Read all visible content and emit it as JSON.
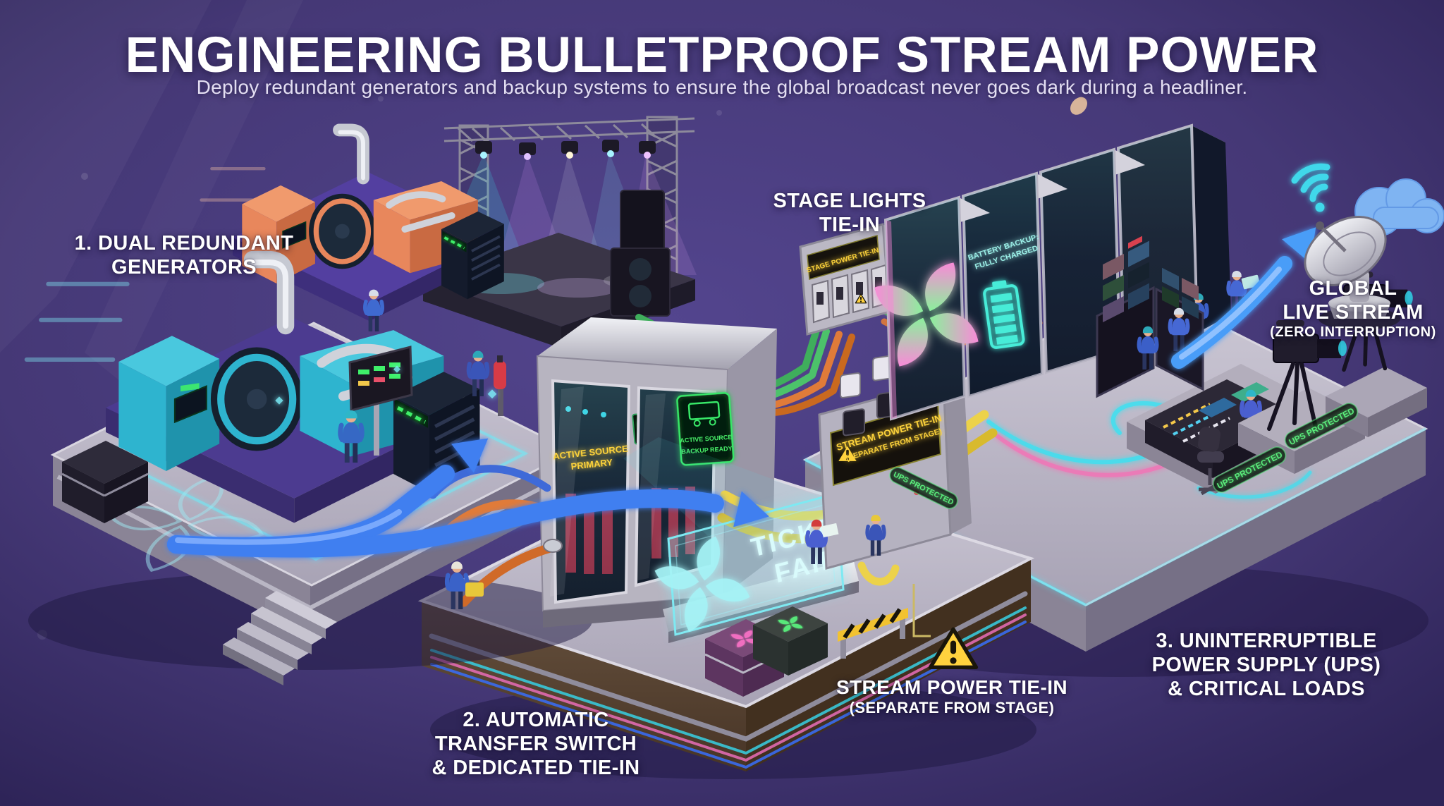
{
  "header": {
    "title": "ENGINEERING BULLETPROOF STREAM POWER",
    "subtitle": "Deploy redundant generators and backup systems to ensure the global broadcast never goes dark during a headliner."
  },
  "callouts": {
    "generators": {
      "line1": "1. DUAL REDUNDANT",
      "line2": "GENERATORS"
    },
    "stage_lights": {
      "line1": "STAGE LIGHTS",
      "line2": "TIE-IN"
    },
    "transfer_switch": {
      "line1": "2. AUTOMATIC",
      "line2": "TRANSFER SWITCH",
      "line3": "& DEDICATED TIE-IN"
    },
    "stream_tiein": {
      "line1": "STREAM POWER TIE-IN",
      "line2": "(SEPARATE FROM STAGE)"
    },
    "ups": {
      "line1": "3. UNINTERRUPTIBLE",
      "line2": "POWER SUPPLY (UPS)",
      "line3": "& CRITICAL LOADS"
    },
    "global_stream": {
      "line1": "GLOBAL",
      "line2": "LIVE STREAM",
      "line3": "(ZERO INTERRUPTION)"
    }
  },
  "scene": {
    "sign": {
      "line1": "TICKET",
      "line2": "FAIRY"
    },
    "ats": {
      "primary_screen": {
        "line1": "ACTIVE SOURCE",
        "line2": "PRIMARY"
      },
      "mid_screen": {
        "line1": "BACKUP",
        "line2": "READY"
      },
      "backup_screen": {
        "line1": "ACTIVE SOURCE",
        "line2": "BACKUP READY"
      }
    },
    "stage_panel_title": "STAGE POWER TIE-IN",
    "stream_panel": {
      "line1": "STREAM POWER TIE-IN",
      "line2": "(SEPARATE FROM STAGE)"
    },
    "ups_rack": {
      "line1": "BATTERY BACKUP:",
      "line2": "FULLY CHARGED"
    },
    "ups_protected": "UPS PROTECTED"
  },
  "palette": {
    "background": "#483a7a",
    "background_edge": "#2e2356",
    "title": "#ffffff",
    "cyan": "#38d8e8",
    "pink": "#ef6fc1",
    "neon_green": "#55f07c",
    "screen_green": "#49f06a",
    "screen_yellow": "#ffd43a",
    "cable_green": "#3fae5c",
    "cable_orange": "#e07b39",
    "cable_yellow": "#ecd24a",
    "arrow_blue": "#3f7ff0",
    "arrow_peach": "#f6bd9b",
    "generator_cyan": "#2eb4cf",
    "generator_orange": "#e8875c",
    "concrete": "#bcb7c6",
    "wood": "#5d4531",
    "warning_yellow": "#ffd23e"
  }
}
